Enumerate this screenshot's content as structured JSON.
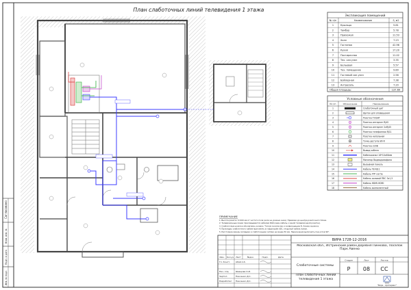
{
  "title": "План слаботочных линий телевидения 1 этажа",
  "explication": {
    "header": "Экспликация помещений",
    "columns": [
      "№ п/п",
      "Наименование",
      "S, м2"
    ],
    "rows": [
      [
        "1",
        "Крыльцо",
        "5.81"
      ],
      [
        "2",
        "Тамбур",
        "5.78"
      ],
      [
        "3",
        "Прихожая",
        "11.53"
      ],
      [
        "4",
        "Холл",
        "7.23"
      ],
      [
        "5",
        "Гостиная",
        "42.96"
      ],
      [
        "6",
        "Кухня",
        "17.20"
      ],
      [
        "7",
        "Постирочная",
        "11.02"
      ],
      [
        "8",
        "Тех. сан.узел",
        "3.35"
      ],
      [
        "9",
        "Бельевая",
        "5.57"
      ],
      [
        "10",
        "Тех. помещение",
        "9.89"
      ],
      [
        "11",
        "Гостевой сан.узел",
        "2.56"
      ],
      [
        "12",
        "Бойлерная",
        "7.38"
      ],
      [
        "13",
        "Антресоль",
        "7.20"
      ]
    ],
    "total_label": "Общая площадь:",
    "total_value": "137.69"
  },
  "legend": {
    "header": "Условные обозначения",
    "columns": [
      "№ п/п",
      "Обозначение",
      "Наименование"
    ],
    "items": [
      [
        "1",
        "Слаботочный щит"
      ],
      [
        "2",
        "Щиток для оповещения"
      ],
      [
        "3",
        "Розетка TV/SAT"
      ],
      [
        "4",
        "Розетка интернет RJ45"
      ],
      [
        "5",
        "Розетка интернет 2xRJ45"
      ],
      [
        "6",
        "Розетка телефонная RJ11"
      ],
      [
        "7",
        "Розетка напольная"
      ],
      [
        "8",
        "Точка доступа Wi-Fi"
      ],
      [
        "9",
        "Розетка 220В"
      ],
      [
        "10",
        "Вывод кабеля"
      ],
      [
        "11",
        "Кабельканал 16*10x60мм"
      ],
      [
        "12",
        "Монитор Видеодомофона"
      ],
      [
        "13",
        "Вызывная панель"
      ],
      [
        "14",
        "Кабель ТВ RJ11"
      ],
      [
        "15",
        "Кабель FTP cat 5e"
      ],
      [
        "16",
        "Кабель силовой ПВС 3x1,5"
      ],
      [
        "17",
        "Кабель HDMI-HDMI"
      ],
      [
        "18",
        "Кабель компонентный"
      ]
    ]
  },
  "notes": {
    "header": "ПРИМЕЧАНИЕ",
    "lines": [
      "1. Высота розеток h=200 мм от чистого пола (если не указано иное). Привязки до центра розеточного блока.",
      "2. Телевизионные линии прокладываются кабелем RG6 (один кабель к одной телевизионной розетке).",
      "3. Слаботочные розетки обозначены условно. Точное количество и конфигурацию В. Анализ проекта.",
      "4. Прокладку слаботочного кабеля выполнять в гофротрубе d20, открытый кабель-канал.",
      "5. Расстояние между силовыми и слаботочными сетями не менее 50 мм. Пересечения выполнять под углом 90°."
    ]
  },
  "stamp": {
    "code": "ВИРА 1728-12-2016",
    "address": "Московская обл., Истринский район,деревня Пинково, Поселок Парк Авеню",
    "section": "Слаботочные системы",
    "sheet_title": "План слаботочных линий телевидения 1 этажа",
    "col_heads": [
      "Изм.",
      "Кол.уч",
      "Лист",
      "№док.",
      "Подп.",
      "Дата"
    ],
    "roles": [
      {
        "role": "Гл. Конст.",
        "name": "Абай А.К."
      },
      {
        "role": "Нач. отд.",
        "name": "Шевцова О.И."
      },
      {
        "role": "Чертил",
        "name": "Панченко Д.С."
      },
      {
        "role": "Разработал",
        "name": "Панченко Д.С."
      }
    ],
    "stage_label": "Стадия",
    "sheet_label": "Лист",
    "sheets_label": "Листов",
    "stage_value": "Р",
    "sheet_value": "08",
    "sheets_value": "СС",
    "company_line1": "ООО",
    "company_line2": "\"Вира - АрхСервис\""
  },
  "side_stamp": {
    "labels": [
      "Согласовано",
      "Взам. инв. №",
      "Подп. и дата",
      "Инв. № подл."
    ]
  },
  "colors": {
    "tv_cable": "#3b3bff",
    "wall": "#444444",
    "hatch": "#bdbdbd",
    "accent_red": "#d6312f",
    "accent_green": "#2fae3c",
    "accent_magenta": "#c03fc9"
  }
}
